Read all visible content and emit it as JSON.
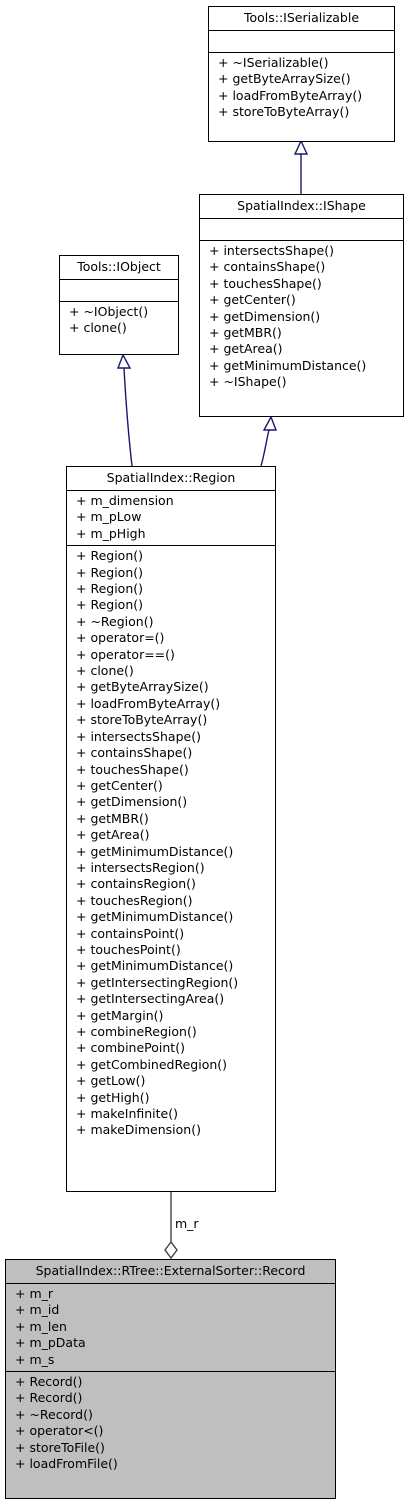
{
  "classes": {
    "iserializable": {
      "name": "Tools::ISerializable",
      "attributes": [],
      "methods": [
        "+ ~ISerializable()",
        "+ getByteArraySize()",
        "+ loadFromByteArray()",
        "+ storeToByteArray()"
      ]
    },
    "ishape": {
      "name": "SpatialIndex::IShape",
      "attributes": [],
      "methods": [
        "+ intersectsShape()",
        "+ containsShape()",
        "+ touchesShape()",
        "+ getCenter()",
        "+ getDimension()",
        "+ getMBR()",
        "+ getArea()",
        "+ getMinimumDistance()",
        "+ ~IShape()"
      ]
    },
    "iobject": {
      "name": "Tools::IObject",
      "attributes": [],
      "methods": [
        "+ ~IObject()",
        "+ clone()"
      ]
    },
    "region": {
      "name": "SpatialIndex::Region",
      "attributes": [
        "+ m_dimension",
        "+ m_pLow",
        "+ m_pHigh"
      ],
      "methods": [
        "+ Region()",
        "+ Region()",
        "+ Region()",
        "+ Region()",
        "+ ~Region()",
        "+ operator=()",
        "+ operator==()",
        "+ clone()",
        "+ getByteArraySize()",
        "+ loadFromByteArray()",
        "+ storeToByteArray()",
        "+ intersectsShape()",
        "+ containsShape()",
        "+ touchesShape()",
        "+ getCenter()",
        "+ getDimension()",
        "+ getMBR()",
        "+ getArea()",
        "+ getMinimumDistance()",
        "+ intersectsRegion()",
        "+ containsRegion()",
        "+ touchesRegion()",
        "+ getMinimumDistance()",
        "+ containsPoint()",
        "+ touchesPoint()",
        "+ getMinimumDistance()",
        "+ getIntersectingRegion()",
        "+ getIntersectingArea()",
        "+ getMargin()",
        "+ combineRegion()",
        "+ combinePoint()",
        "+ getCombinedRegion()",
        "+ getLow()",
        "+ getHigh()",
        "+ makeInfinite()",
        "+ makeDimension()"
      ]
    },
    "record": {
      "name": "SpatialIndex::RTree::ExternalSorter::Record",
      "attributes": [
        "+ m_r",
        "+ m_id",
        "+ m_len",
        "+ m_pData",
        "+ m_s"
      ],
      "methods": [
        "+ Record()",
        "+ Record()",
        "+ ~Record()",
        "+ operator<()",
        "+ storeToFile()",
        "+ loadFromFile()"
      ]
    }
  },
  "edges": {
    "composition_label": "m_r"
  },
  "colors": {
    "inheritance_edge": "#191970",
    "composition_edge": "#404040",
    "highlight_fill": "#bfbfbf"
  }
}
